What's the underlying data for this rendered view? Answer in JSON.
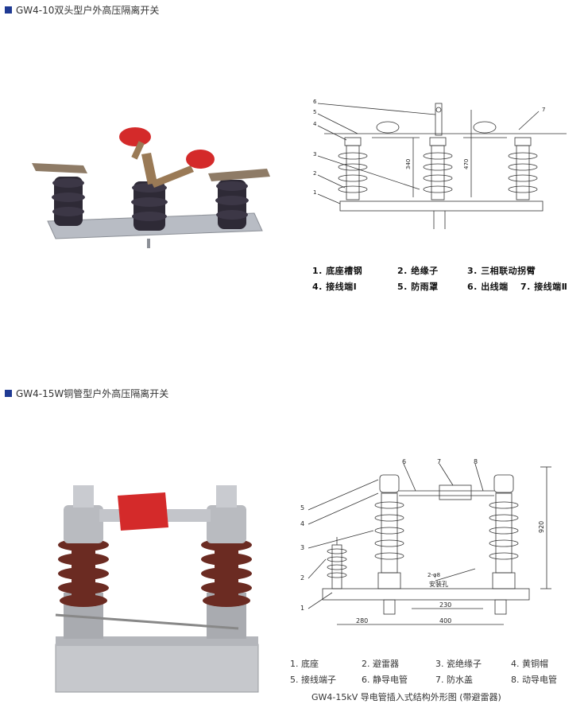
{
  "sections": [
    {
      "title": "GW4-10双头型户外高压隔离开关",
      "legend": [
        {
          "num": "1.",
          "label": "底座槽钢"
        },
        {
          "num": "2.",
          "label": "绝缘子"
        },
        {
          "num": "3.",
          "label": "三相联动拐臂"
        },
        {
          "num": "4.",
          "label": "接线端Ⅰ"
        },
        {
          "num": "5.",
          "label": "防雨罩"
        },
        {
          "num": "6.",
          "label": "出线端"
        },
        {
          "num": "7.",
          "label": "接线端Ⅱ"
        }
      ],
      "callouts": [
        "6",
        "5",
        "4",
        "3",
        "2",
        "1",
        "7"
      ],
      "dimensions": [
        "340",
        "470"
      ]
    },
    {
      "title": "GW4-15W铜管型户外高压隔离开关",
      "legend": [
        {
          "num": "1.",
          "label": "底座"
        },
        {
          "num": "2.",
          "label": "避雷器"
        },
        {
          "num": "3.",
          "label": "瓷绝缘子"
        },
        {
          "num": "4.",
          "label": "黄铜帽"
        },
        {
          "num": "5.",
          "label": "接线端子"
        },
        {
          "num": "6.",
          "label": "静导电管"
        },
        {
          "num": "7.",
          "label": "防水盖"
        },
        {
          "num": "8.",
          "label": "动导电管"
        }
      ],
      "callouts": [
        "6",
        "7",
        "8",
        "5",
        "4",
        "3",
        "2",
        "1"
      ],
      "dimensions": [
        "920",
        "2-φ8",
        "安装孔",
        "230",
        "280",
        "400"
      ],
      "caption": "GW4-15kV 导电管插入式结构外形图 (带避雷器)"
    }
  ],
  "colors": {
    "bullet": "#1f3a93",
    "red_cap": "#d42a2a",
    "insulator_dark": "#2e2a36",
    "insulator_brown": "#6b2b22",
    "steel": "#a9abb0"
  }
}
